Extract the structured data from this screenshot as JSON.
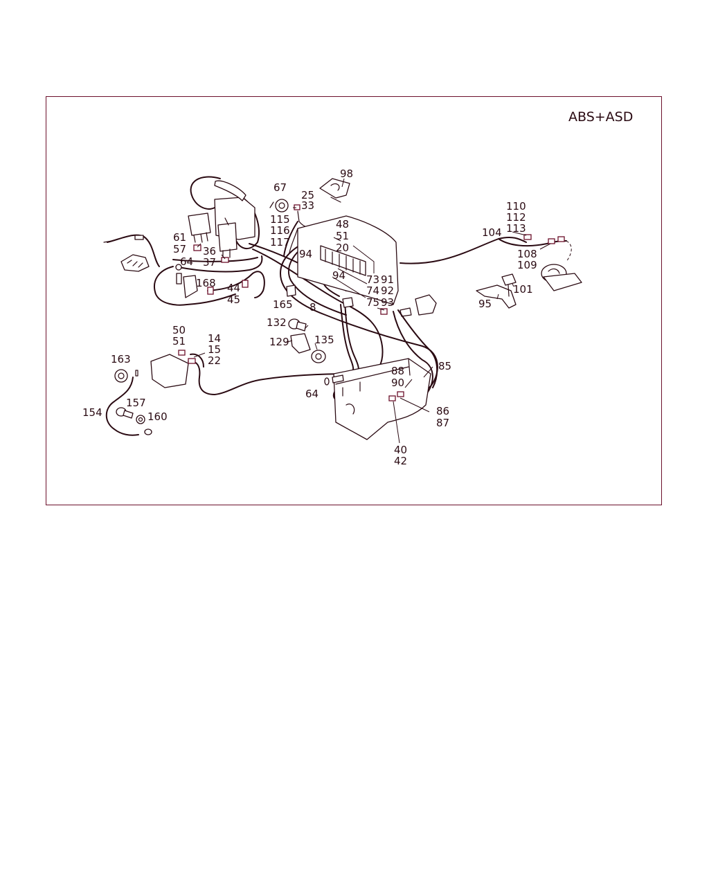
{
  "diagram": {
    "title": "ABS+ASD",
    "labels": [
      "98",
      "67",
      "25",
      "33",
      "115",
      "116",
      "117",
      "48",
      "51",
      "20",
      "61",
      "57",
      "36",
      "37",
      "64",
      "168",
      "44",
      "45",
      "94",
      "94",
      "165",
      "8",
      "73",
      "74",
      "75",
      "91",
      "92",
      "93",
      "110",
      "112",
      "113",
      "104",
      "108",
      "109",
      "101",
      "95",
      "132",
      "129",
      "135",
      "50",
      "51",
      "14",
      "15",
      "22",
      "163",
      "154",
      "157",
      "160",
      "88",
      "90",
      "85",
      "64",
      "86",
      "87",
      "40",
      "42"
    ]
  },
  "colors": {
    "frame": "#6b0f2a",
    "ink": "#2a0a12",
    "background": "#ffffff"
  }
}
